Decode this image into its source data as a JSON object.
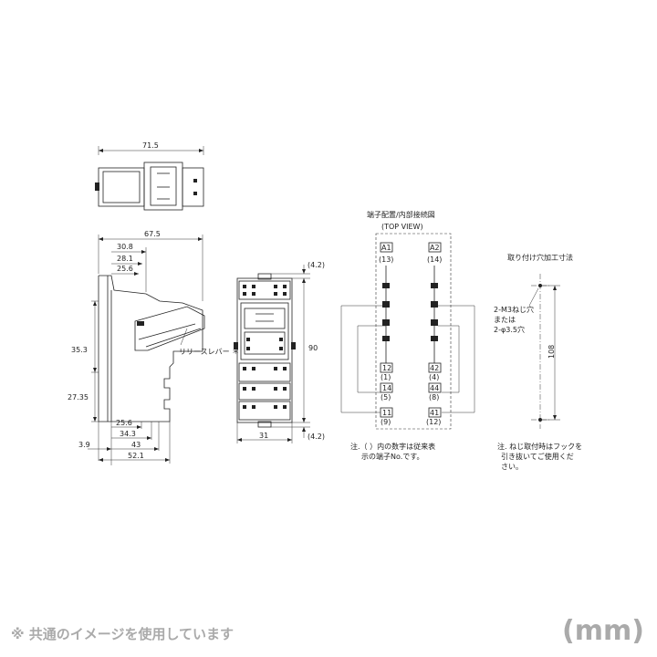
{
  "dims": {
    "d71_5": "71.5",
    "d67_5": "67.5",
    "d30_8": "30.8",
    "d28_1": "28.1",
    "d25_6_top": "25.6",
    "d35_3": "35.3",
    "d27_35": "27.35",
    "d25_6_bot": "25.6",
    "d34_3": "34.3",
    "d3_9": "3.9",
    "d43": "43",
    "d52_1": "52.1",
    "d4_2_top": "(4.2)",
    "d90": "90",
    "d4_2_bot": "(4.2)",
    "d31": "31",
    "d108": "108"
  },
  "labels": {
    "release_lever": "リリースレバー ＊",
    "terminal_title": "端子配置/内部接続図",
    "top_view": "(TOP VIEW)",
    "mount_title": "取り付け穴加工寸法",
    "hole_line1": "2-M3ねじ穴",
    "hole_line2": "または",
    "hole_line3": "2-φ3.5穴",
    "note_left_1": "注.（  ）内の数字は従来表",
    "note_left_2": "示の端子No.です。",
    "note_right_1": "注. ねじ取付時はフックを",
    "note_right_2": "引き抜いてご使用くだ",
    "note_right_3": "さい。"
  },
  "terminals": {
    "a1": "A1",
    "a1_old": "(13)",
    "a2": "A2",
    "a2_old": "(14)",
    "t12": "12",
    "t12_old": "(1)",
    "t42": "42",
    "t42_old": "(4)",
    "t14": "14",
    "t14_old": "(5)",
    "t44": "44",
    "t44_old": "(8)",
    "t11": "11",
    "t11_old": "(9)",
    "t41": "41",
    "t41_old": "(12)"
  },
  "footer": {
    "note": "※ 共通のイメージを使用しています",
    "unit": "(mm)"
  }
}
